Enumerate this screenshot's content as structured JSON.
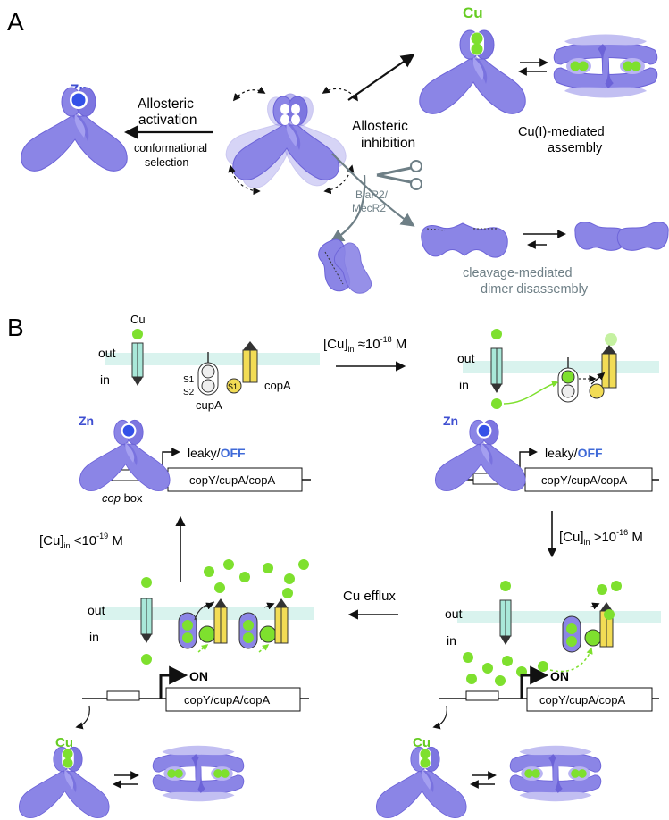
{
  "colors": {
    "protein": "#8b85e6",
    "protein_dark": "#6c63d8",
    "protein_light": "#c2bff2",
    "zinc_label": "#3f4fd1",
    "zinc_ion": "#3451e8",
    "copper": "#7ee02e",
    "copper_label": "#66cc22",
    "membrane": "#d9f3ee",
    "copz_channel": "#a9e8d9",
    "copa_pump": "#f2dc55",
    "cupa_lobe": "#ffffff",
    "gray_text": "#6e7f86",
    "off_text": "#3f6ad8"
  },
  "panel_a": {
    "label": "A",
    "zn_label": "Zn",
    "cu_label": "Cu",
    "allosteric_activation": [
      "Allosteric",
      "activation"
    ],
    "conformational_selection": [
      "conformational",
      "selection"
    ],
    "allosteric_inhibition": [
      "Allosteric",
      "inhibition"
    ],
    "cu_assembly": [
      "Cu(I)-mediated",
      "assembly"
    ],
    "protease": [
      "BlaR2/",
      "MecR2"
    ],
    "cleavage": [
      "cleavage-mediated",
      "dimer disassembly"
    ]
  },
  "panel_b": {
    "label": "B",
    "cu_label": "Cu",
    "zn_label": "Zn",
    "out": "out",
    "in": "in",
    "s1": "S1",
    "s2": "S2",
    "cupa": "cupA",
    "copa": "copA",
    "cop_box_italic": "cop",
    "cop_box_rest": " box",
    "leaky": "leaky/",
    "off": "OFF",
    "on": "ON",
    "operon": "copY/cupA/copA",
    "cu_bracket": "[Cu]",
    "cu_sub": "in",
    "arrow_top": {
      "rel": " ≈10",
      "exp": "-18",
      "unit": " M"
    },
    "arrow_right": {
      "rel": " >10",
      "exp": "-16",
      "unit": " M"
    },
    "arrow_left": {
      "rel": " <10",
      "exp": "-19",
      "unit": " M"
    },
    "cu_efflux": "Cu efflux"
  }
}
